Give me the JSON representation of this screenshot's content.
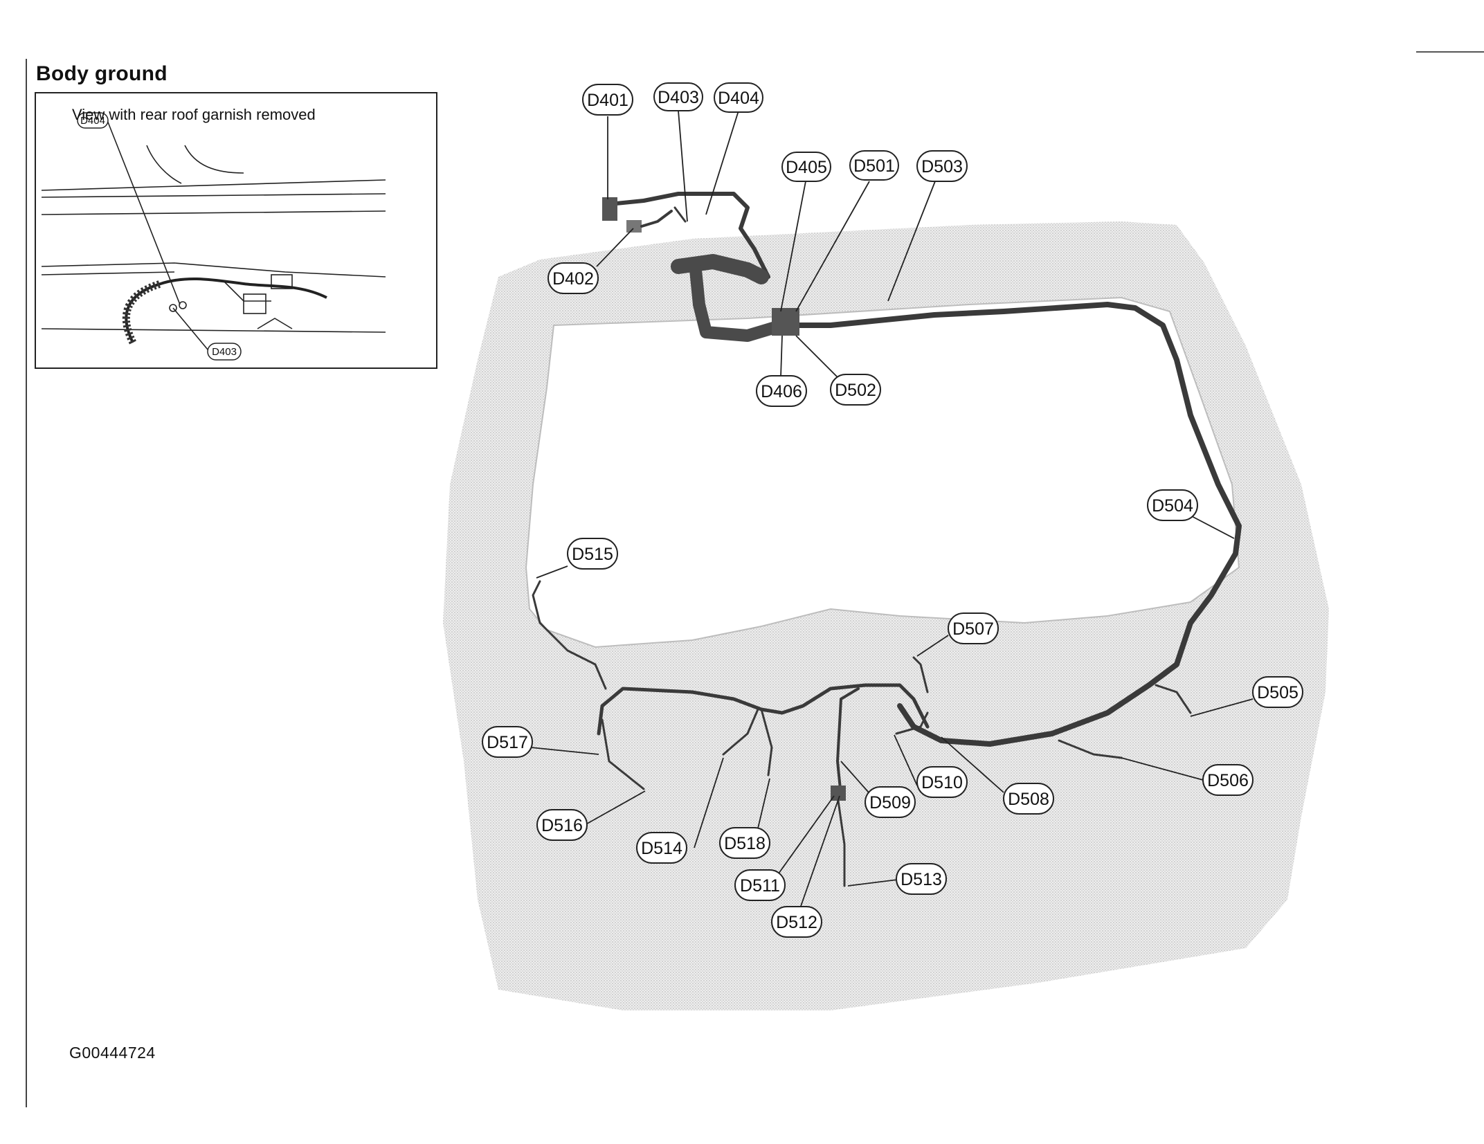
{
  "title": "Body ground",
  "inset": {
    "caption": "View with rear roof garnish removed",
    "labels": [
      "D404",
      "D403"
    ]
  },
  "figure_code": "G00444724",
  "callouts": [
    "D401",
    "D403",
    "D404",
    "D402",
    "D405",
    "D501",
    "D503",
    "D406",
    "D502",
    "D504",
    "D515",
    "D507",
    "D505",
    "D517",
    "D510",
    "D509",
    "D508",
    "D506",
    "D516",
    "D514",
    "D518",
    "D511",
    "D513",
    "D512"
  ]
}
